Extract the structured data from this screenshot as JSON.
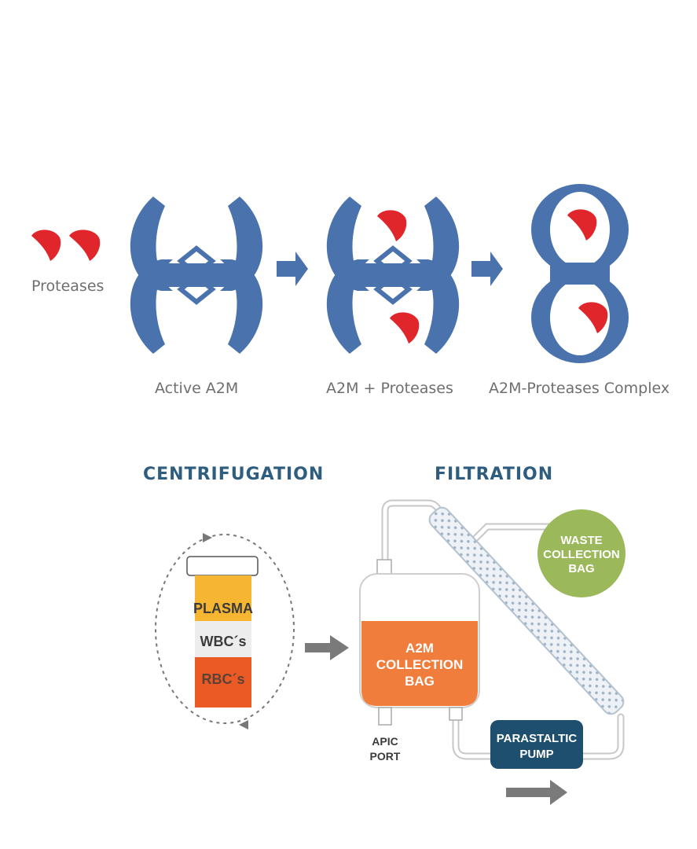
{
  "top": {
    "proteases_label": "Proteases",
    "stage1_label": "Active A2M",
    "stage2_label": "A2M + Proteases",
    "stage3_label": "A2M-Proteases Complex"
  },
  "bottom": {
    "centrifugation_title": "CENTRIFUGATION",
    "filtration_title": "FILTRATION",
    "tube_layers": [
      "PLASMA",
      "WBC´s",
      "RBC´s"
    ],
    "waste_bag": [
      "WASTE",
      "COLLECTION",
      "BAG"
    ],
    "collection_bag": [
      "A2M",
      "COLLECTION",
      "BAG"
    ],
    "pump": [
      "PARASTALTIC",
      "PUMP"
    ],
    "port": [
      "APIC",
      "PORT"
    ]
  },
  "colors": {
    "a2m_blue": "#4a72ad",
    "protease_red": "#e0262b",
    "arrow_blue": "#4a72ad",
    "heading_blue": "#2f5d80",
    "plasma_yellow": "#f6b632",
    "rbc_orange": "#ea5a24",
    "bag_orange": "#f07d3c",
    "waste_green": "#9bb85a",
    "pump_navy": "#1f4f6e",
    "arrow_gray": "#7a7a7a"
  }
}
